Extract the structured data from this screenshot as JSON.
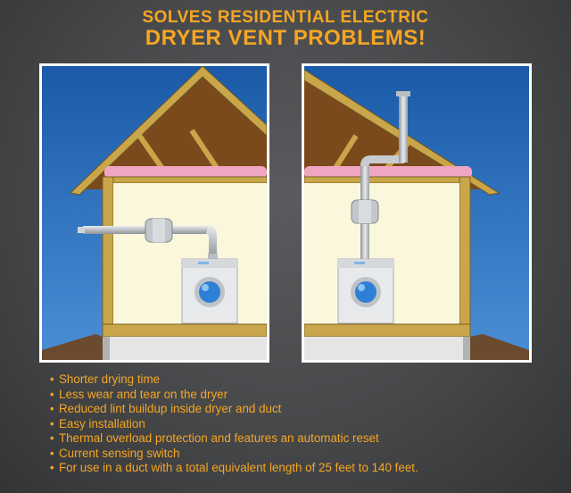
{
  "headline": {
    "line1": "SOLVES RESIDENTIAL ELECTRIC",
    "line2": "DRYER VENT PROBLEMS!"
  },
  "colors": {
    "accent": "#f5a623",
    "sky": "#1f63b0",
    "wall": "#fbf7dd",
    "frame": "#c9a64a",
    "attic": "#7a4a1e",
    "insulation": "#f1a9c4",
    "duct": "#c8ccd0"
  },
  "panels": {
    "left": {
      "icon": "wall-vented-dryer-illustration"
    },
    "right": {
      "icon": "roof-vented-dryer-illustration"
    }
  },
  "features": [
    "Shorter drying time",
    "Less wear and tear on the dryer",
    "Reduced lint buildup inside dryer and duct",
    "Easy installation",
    "Thermal overload protection and features an automatic reset",
    "Current sensing switch",
    "For use in a duct with a total equivalent length of 25 feet to 140 feet."
  ]
}
